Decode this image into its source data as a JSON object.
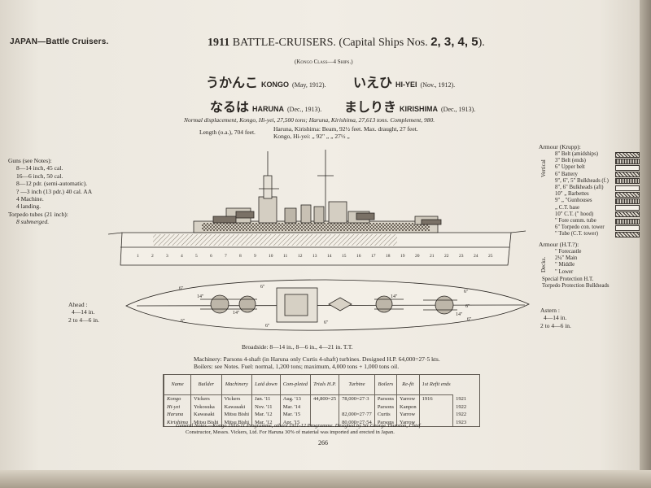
{
  "header": {
    "section": "JAPAN—Battle Cruisers.",
    "year": "1911",
    "title_text": "BATTLE-CRUISERS.",
    "title_paren_open": "(Capital Ships Nos.",
    "title_nos": "2, 3, 4, 5",
    "title_paren_close": ").",
    "subtitle": "(Kongo Class—4 Ships.)"
  },
  "ships": [
    {
      "kana": "うかんこ",
      "name": "KONGO",
      "date": "(May, 1912)."
    },
    {
      "kana": "いえひ",
      "name": "HI-YEI",
      "date": "(Nov., 1912)."
    },
    {
      "kana": "なるは",
      "name": "HARUNA",
      "date": "(Dec., 1913)."
    },
    {
      "kana": "ましりき",
      "name": "KIRISHIMA",
      "date": "(Dec., 1913)."
    }
  ],
  "particulars": {
    "displacement": "Normal displacement, Kongo, Hi-yei, 27,500 tons; Haruna, Kirishima, 27,613 tons. Complement, 980.",
    "length": "Length (o.a.), 704 feet.",
    "beam_line1": "Haruna, Kirishima: Beam, 92½ feet. Max. draught, 27 feet.",
    "beam_line2": "Kongo, Hi-yei: „ 92\" „ „ 27½ „"
  },
  "guns": {
    "heading": "Guns (see Notes):",
    "items": [
      "8—14 inch, 45 cal.",
      "16—6 inch, 50 cal.",
      "8—12 pdr. (semi-automatic).",
      "? —3 inch (13 pdr.) 40 cal. AA",
      "4 Machine.",
      "4 landing."
    ],
    "torpedo_heading": "Torpedo tubes (21 inch):",
    "torpedo": "8 submerged."
  },
  "armour": {
    "heading": "Armour (Krupp):",
    "side_label": "Vertical",
    "items": [
      "8\" Belt (amidships)",
      "3\" Belt (ends)",
      "6\" Upper belt",
      "6\" Battery",
      "9\", 6\", 5\" Bulkheads (f.)",
      "8\", 6\" Bulkheads (aft)",
      "10\" „ Barbettes",
      "9\" „ \"Gunhouses",
      "„ C.T. base",
      "10\" C.T. (\" hood)",
      "\" Fore comm. tube",
      "6\" Torpedo con. tower",
      "\" Tube (C.T. tower)"
    ],
    "ht_heading": "Armour (H.T.?):",
    "decks_label": "Decks.",
    "decks": [
      "\" Forecastle",
      "2¼\" Main",
      "\" Middle",
      "\" Lower"
    ],
    "special": "Special Protection H.T.",
    "torpedo_protection": "Torpedo Protection Bulkheads"
  },
  "fire": {
    "ahead_heading": "Ahead :",
    "ahead": [
      "4—14 in.",
      "2 to 4—6 in."
    ],
    "astern_heading": "Astern :",
    "astern": [
      "4—14 in.",
      "2 to 4—6 in."
    ],
    "broadside": "Broadside: 8—14 in., 8—6 in., 4—21 in. T.T."
  },
  "machinery": {
    "line1": "Machinery: Parsons 4-shaft (in Haruna only Curtis 4-shaft) turbines. Designed H.P. 64,000=27·5 kts.",
    "line2": "Boilers: see Notes. Fuel: normal, 1,200 tons; maximum, 4,000 tons + 1,000 tons oil."
  },
  "table": {
    "headers": [
      "Name",
      "Builder",
      "Machinery",
      "Laid down",
      "Com-pleted",
      "Trials H.P.",
      "Turbine",
      "Boilers",
      "Re-fit",
      "1st Refit ends"
    ],
    "rows": [
      [
        "Kongo",
        "Vickers",
        "Vickers",
        "Jan. '11",
        "Aug. '13",
        "44,800=25",
        "78,000=27·3",
        "Parsons",
        "Yarrow",
        "1916",
        "1921"
      ],
      [
        "Hi-yei",
        "Yokosuka",
        "Kawasaki",
        "Nov. '11",
        "Mar. '14",
        "",
        "",
        "Parsons",
        "Kanpon",
        "",
        "1922"
      ],
      [
        "Haruna",
        "Kawasaki",
        "Mitsu Bishi",
        "Mar. '12",
        "Mar. '15",
        "",
        "82,000=27·77",
        "Curtis",
        "Yarrow",
        "",
        "1922"
      ],
      [
        "Kirishima",
        "Mitsu Bishi",
        "Mitsu Bishi",
        "Mar. '12",
        "Apr. '15",
        "",
        "80,000=27·54",
        "Parsons",
        "Yarrow",
        "",
        "1923"
      ]
    ]
  },
  "notes": {
    "line1": "General Notes.—Kongo 1910-11 Programme, others 1911-12 Programme. Designed by Sir George Thurston, Chief",
    "line2": "Constructor, Messrs. Vickers, Ltd. For Haruna 30% of material was imported and erected in Japan."
  },
  "page_number": "266",
  "drawing": {
    "hull_compartments": [
      "1",
      "2",
      "3",
      "4",
      "5",
      "6",
      "7",
      "8",
      "9",
      "10",
      "11",
      "12",
      "13",
      "14",
      "15",
      "16",
      "17",
      "18",
      "19",
      "20",
      "21",
      "22",
      "23",
      "24",
      "25"
    ],
    "turret_labels": [
      "14\"",
      "14\"",
      "14\"",
      "14\""
    ],
    "gun_labels": [
      "6\"",
      "6\"",
      "6\"",
      "6\"",
      "6\"",
      "6\"",
      "6\"",
      "6\""
    ]
  },
  "colors": {
    "paper": "#efebe3",
    "ink": "#2a2622",
    "spine": "#8d8477"
  }
}
